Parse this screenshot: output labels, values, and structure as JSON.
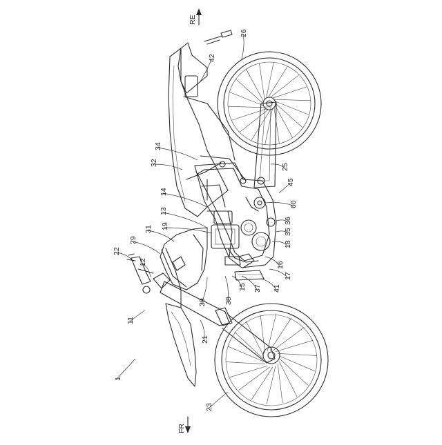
{
  "figure": {
    "direction_labels": {
      "rear": "RE",
      "front": "FR"
    },
    "callouts": [
      {
        "id": "c1",
        "text": "1"
      },
      {
        "id": "c11",
        "text": "11"
      },
      {
        "id": "c12",
        "text": "12"
      },
      {
        "id": "c13",
        "text": "13"
      },
      {
        "id": "c14",
        "text": "14"
      },
      {
        "id": "c15",
        "text": "15"
      },
      {
        "id": "c16",
        "text": "16"
      },
      {
        "id": "c17",
        "text": "17"
      },
      {
        "id": "c18",
        "text": "18"
      },
      {
        "id": "c19",
        "text": "19"
      },
      {
        "id": "c21",
        "text": "21"
      },
      {
        "id": "c22",
        "text": "22"
      },
      {
        "id": "c23",
        "text": "23"
      },
      {
        "id": "c25",
        "text": "25"
      },
      {
        "id": "c26",
        "text": "26"
      },
      {
        "id": "c29",
        "text": "29"
      },
      {
        "id": "c31",
        "text": "31"
      },
      {
        "id": "c32",
        "text": "32"
      },
      {
        "id": "c34",
        "text": "34"
      },
      {
        "id": "c35",
        "text": "35"
      },
      {
        "id": "c36",
        "text": "36"
      },
      {
        "id": "c37",
        "text": "37"
      },
      {
        "id": "c38",
        "text": "38"
      },
      {
        "id": "c39",
        "text": "39"
      },
      {
        "id": "c41",
        "text": "41"
      },
      {
        "id": "c42",
        "text": "42"
      },
      {
        "id": "c45",
        "text": "45"
      },
      {
        "id": "c60",
        "text": "60"
      }
    ]
  }
}
